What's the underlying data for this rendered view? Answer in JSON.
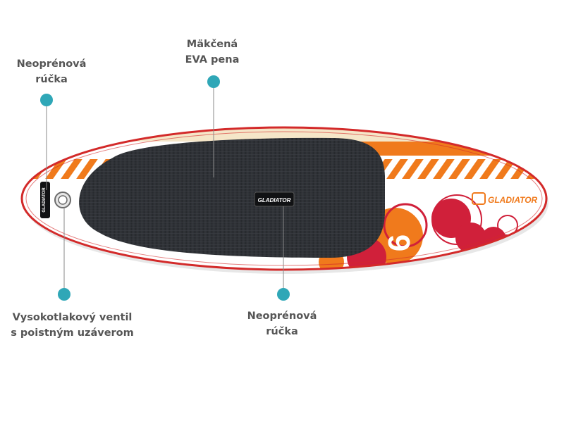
{
  "callouts": {
    "handle_left": {
      "line1": "Neoprénová",
      "line2": "rúčka"
    },
    "eva_pad": {
      "line1": "Mäkčená",
      "line2": "EVA pena"
    },
    "valve": {
      "line1": "Vysokotlakový ventil",
      "line2": "s poistným uzáverom"
    },
    "handle_center": {
      "line1": "Neoprénová",
      "line2": "rúčka"
    }
  },
  "board": {
    "brand": "GLADIATOR",
    "handle_brand": "GLADIATOR",
    "nose_number": "6"
  },
  "colors": {
    "marker": "#2FA7B7",
    "board_outline": "#D32A2A",
    "orange": "#F07A1C",
    "red_circles": "#D0203A",
    "deck_pad": "#2E3136",
    "label_text": "#555555"
  }
}
